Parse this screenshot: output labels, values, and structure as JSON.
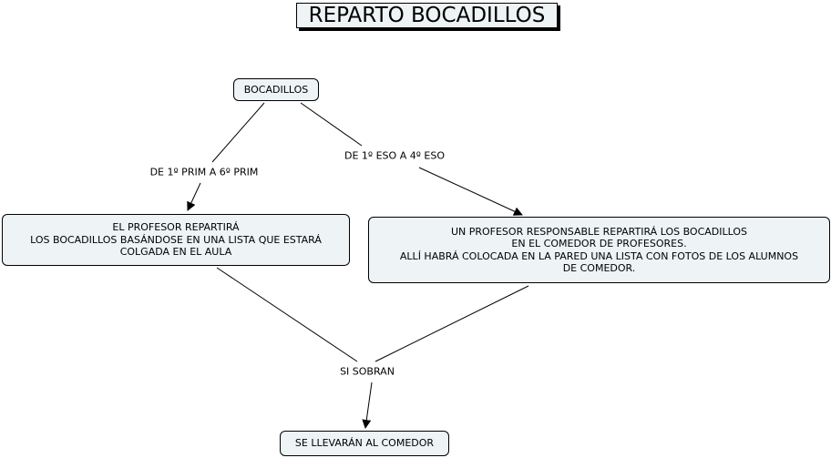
{
  "title": "REPARTO BOCADILLOS",
  "nodes": {
    "root": "BOCADILLOS",
    "primary": [
      "EL PROFESOR REPARTIRÁ",
      "LOS BOCADILLOS BASÁNDOSE EN UNA LISTA QUE ESTARÁ",
      "COLGADA EN EL AULA"
    ],
    "secondary": [
      "UN PROFESOR RESPONSABLE REPARTIRÁ LOS BOCADILLOS",
      "EN EL COMEDOR DE PROFESORES.",
      "ALLÍ HABRÁ COLOCADA EN LA PARED UNA LISTA CON FOTOS DE LOS ALUMNOS",
      "DE COMEDOR."
    ],
    "final": "SE LLEVARÁN AL COMEDOR"
  },
  "links": {
    "primary": "DE 1º PRIM A 6º PRIM",
    "secondary": "DE 1º ESO A 4º ESO",
    "leftover": "SI SOBRAN"
  }
}
